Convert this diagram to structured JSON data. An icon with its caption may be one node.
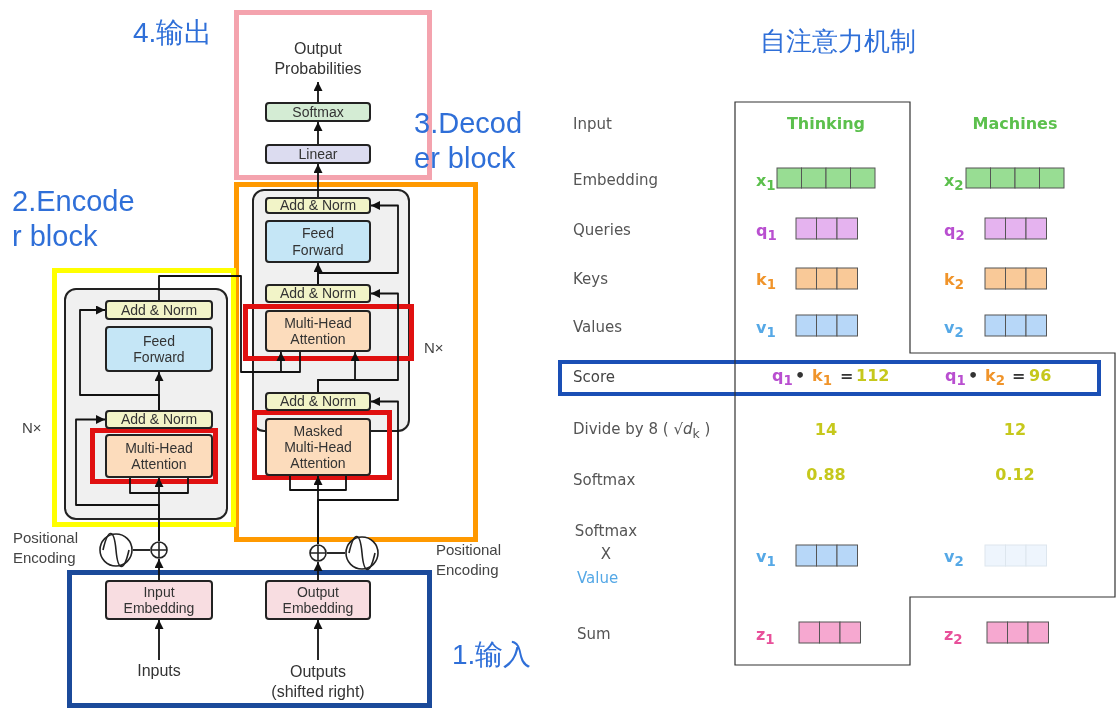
{
  "diagram": {
    "title": "自注意力机制",
    "nodes": [
      {
        "text": [
          "4.输出"
        ]
      },
      {
        "text": [
          "Output Probabilities"
        ],
        "in": 0
      },
      {
        "text": [
          "Softmax"
        ],
        "in": 0
      },
      {
        "text": [
          "Linear"
        ],
        "in": 0
      },
      {
        "text": [
          "3.Decoder block"
        ]
      },
      {
        "text": [],
        "shape": "box",
        "in": 4
      },
      {
        "text": [
          "Add & Norm"
        ],
        "in": 5
      },
      {
        "text": [
          "Feed Forward"
        ],
        "in": 5
      },
      {
        "text": [
          "Add & Norm"
        ],
        "in": 5
      },
      {
        "text": [],
        "shape": "box",
        "in": 4
      },
      {
        "text": [
          "Multi-Head Attention"
        ],
        "in": 9
      },
      {
        "text": [
          "Add & Norm"
        ],
        "in": 5
      },
      {
        "text": [],
        "shape": "box",
        "in": 4
      },
      {
        "text": [
          "Masked Multi-Head Attention"
        ],
        "in": 12
      },
      {
        "text": [
          "2.Encoder block"
        ]
      },
      {
        "text": [],
        "shape": "box",
        "in": 14,
        "beside": [
          "N×"
        ]
      },
      {
        "text": [
          "Add & Norm"
        ],
        "in": 15
      },
      {
        "text": [
          "Feed Forward"
        ],
        "in": 15
      },
      {
        "text": [
          "Add & Norm"
        ],
        "in": 15
      },
      {
        "text": [],
        "shape": "box",
        "in": 15
      },
      {
        "text": [
          "Multi-Head Attention"
        ],
        "in": 19
      },
      {
        "text": [
          "1.输入"
        ]
      },
      {
        "text": [
          "Input Embedding"
        ],
        "in": 21
      },
      {
        "text": [
          "Output Embedding"
        ],
        "in": 21
      },
      {
        "text": [
          "Inputs"
        ],
        "in": 21
      },
      {
        "text": [
          "Outputs (shifted right)"
        ],
        "in": 21
      },
      {
        "text": [],
        "shape": "circle"
      },
      {
        "text": [],
        "shape": "circle",
        "beside": [
          "Positional Encoding"
        ]
      },
      {
        "text": [],
        "shape": "circle"
      },
      {
        "text": [],
        "shape": "circle"
      },
      {
        "text": [
          "Score",
          "q$_{1}$",
          "•",
          "k$_{1}$",
          "=",
          "112",
          "q$_{1}$",
          "•",
          "k$_{2}$",
          "=",
          "96"
        ]
      }
    ],
    "edges": [
      {
        "from": 24,
        "to": 22,
        "arrow": "to"
      },
      {
        "from": 22,
        "to": 26,
        "arrow": "to"
      },
      {
        "from": 27,
        "to": 26,
        "arrow": "none"
      },
      {
        "from": 26,
        "to": 20,
        "arrow": "to"
      },
      {
        "from": 26,
        "to": 18,
        "arrow": "to"
      },
      {
        "from": 18,
        "to": 17,
        "arrow": "to"
      },
      {
        "from": 18,
        "to": 16,
        "arrow": "to"
      },
      {
        "from": 16,
        "to": 10,
        "arrow": "to"
      },
      {
        "from": 25,
        "to": 23,
        "arrow": "to"
      },
      {
        "from": 23,
        "to": 28,
        "arrow": "to"
      },
      {
        "from": 29,
        "to": 28,
        "arrow": "none"
      },
      {
        "from": 28,
        "to": 13,
        "arrow": "to"
      },
      {
        "from": 28,
        "to": 11,
        "arrow": "to"
      },
      {
        "from": 11,
        "to": 10,
        "arrow": "to"
      },
      {
        "from": 11,
        "to": 8,
        "arrow": "to"
      },
      {
        "from": 8,
        "to": 7,
        "arrow": "to"
      },
      {
        "from": 8,
        "to": 6,
        "arrow": "to"
      },
      {
        "from": 6,
        "to": 3,
        "arrow": "to"
      },
      {
        "from": 3,
        "to": 2,
        "arrow": "to"
      },
      {
        "from": 2,
        "to": 1,
        "arrow": "to"
      }
    ],
    "labels": [
      "N×",
      "Positional Encoding",
      "Input",
      "Thinking",
      "Machines",
      "Embedding",
      "x$_{1}$",
      "x$_{2}$",
      "Queries",
      "q$_{1}$",
      "q$_{2}$",
      "Keys",
      "k$_{1}$",
      "k$_{2}$",
      "Values",
      "v$_{1}$",
      "v$_{2}$",
      "Divide by 8 ( √*d*$_{k}$ )",
      "14",
      "12",
      "Softmax",
      "0.88",
      "0.12",
      "Softmax X",
      "Value",
      "v$_{1}$",
      "v$_{2}$",
      "Sum",
      "z$_{1}$",
      "z$_{2}$"
    ]
  }
}
